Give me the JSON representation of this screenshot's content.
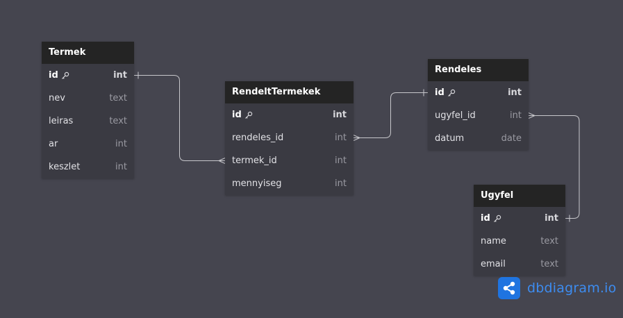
{
  "diagram": {
    "tables": [
      {
        "name": "Termek",
        "fields": [
          {
            "name": "id",
            "type": "int",
            "pk": true
          },
          {
            "name": "nev",
            "type": "text",
            "pk": false
          },
          {
            "name": "leiras",
            "type": "text",
            "pk": false
          },
          {
            "name": "ar",
            "type": "int",
            "pk": false
          },
          {
            "name": "keszlet",
            "type": "int",
            "pk": false
          }
        ]
      },
      {
        "name": "RendeltTermekek",
        "fields": [
          {
            "name": "id",
            "type": "int",
            "pk": true
          },
          {
            "name": "rendeles_id",
            "type": "int",
            "pk": false
          },
          {
            "name": "termek_id",
            "type": "int",
            "pk": false
          },
          {
            "name": "mennyiseg",
            "type": "int",
            "pk": false
          }
        ]
      },
      {
        "name": "Rendeles",
        "fields": [
          {
            "name": "id",
            "type": "int",
            "pk": true
          },
          {
            "name": "ugyfel_id",
            "type": "int",
            "pk": false
          },
          {
            "name": "datum",
            "type": "date",
            "pk": false
          }
        ]
      },
      {
        "name": "Ugyfel",
        "fields": [
          {
            "name": "id",
            "type": "int",
            "pk": true
          },
          {
            "name": "name",
            "type": "text",
            "pk": false
          },
          {
            "name": "email",
            "type": "text",
            "pk": false
          }
        ]
      }
    ],
    "relations": [
      {
        "from": "Termek.id",
        "to": "RendeltTermekek.termek_id",
        "from_end": "one",
        "to_end": "many"
      },
      {
        "from": "RendeltTermekek.rendeles_id",
        "to": "Rendeles.id",
        "from_end": "many",
        "to_end": "one"
      },
      {
        "from": "Rendeles.ugyfel_id",
        "to": "Ugyfel.id",
        "from_end": "many",
        "to_end": "one"
      }
    ]
  },
  "brand": {
    "text": "dbdiagram.io",
    "icon": "share-nodes-icon"
  },
  "colors": {
    "background": "#45454f",
    "header": "#242424",
    "body": "#3a3a42",
    "connector": "#c8c8cc",
    "brand": "#1f74e0"
  }
}
